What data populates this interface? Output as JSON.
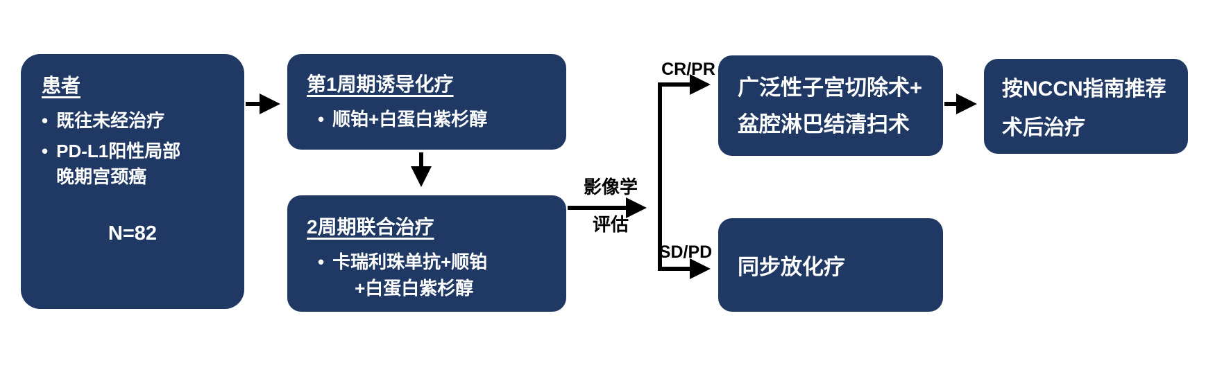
{
  "colors": {
    "box_background": "#1F3864",
    "box_text": "#FFFFFF",
    "arrow": "#000000",
    "page_background": "#FFFFFF"
  },
  "boxes": {
    "patients": {
      "title": "患者",
      "bullet1": "既往未经治疗",
      "bullet2_line1": "PD-L1阳性局部",
      "bullet2_line2": "晚期宫颈癌",
      "n_count": "N=82"
    },
    "induction": {
      "title": "第1周期诱导化疗",
      "bullet1": "顺铂+白蛋白紫杉醇"
    },
    "combination": {
      "title": "2周期联合治疗",
      "bullet1_line1": "卡瑞利珠单抗+顺铂",
      "bullet1_line2": "+白蛋白紫杉醇"
    },
    "surgery": {
      "line1": "广泛性子宫切除术+",
      "line2": "盆腔淋巴结清扫术"
    },
    "chemoradiotherapy": {
      "line1": "同步放化疗"
    },
    "nccn": {
      "line1": "按NCCN指南推荐",
      "line2": "术后治疗"
    }
  },
  "labels": {
    "imaging_line1": "影像学",
    "imaging_line2": "评估",
    "cr_pr": "CR/PR",
    "sd_pd": "SD/PD"
  }
}
